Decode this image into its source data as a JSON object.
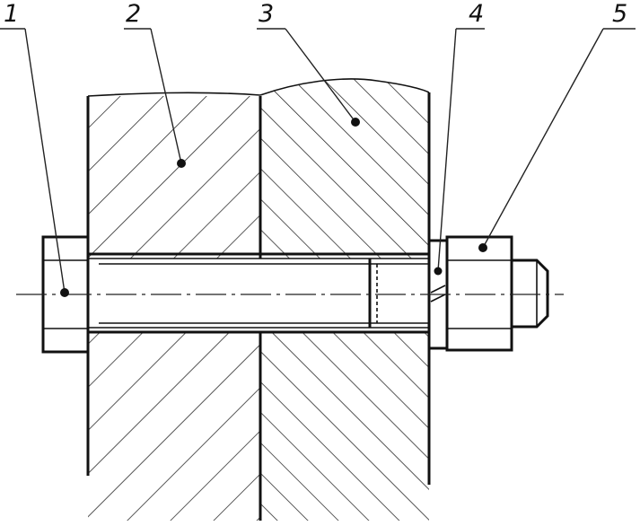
{
  "callouts": [
    {
      "id": "bolt",
      "label": "1"
    },
    {
      "id": "plate-left",
      "label": "2"
    },
    {
      "id": "plate-right",
      "label": "3"
    },
    {
      "id": "washer",
      "label": "4"
    },
    {
      "id": "nut",
      "label": "5"
    }
  ]
}
